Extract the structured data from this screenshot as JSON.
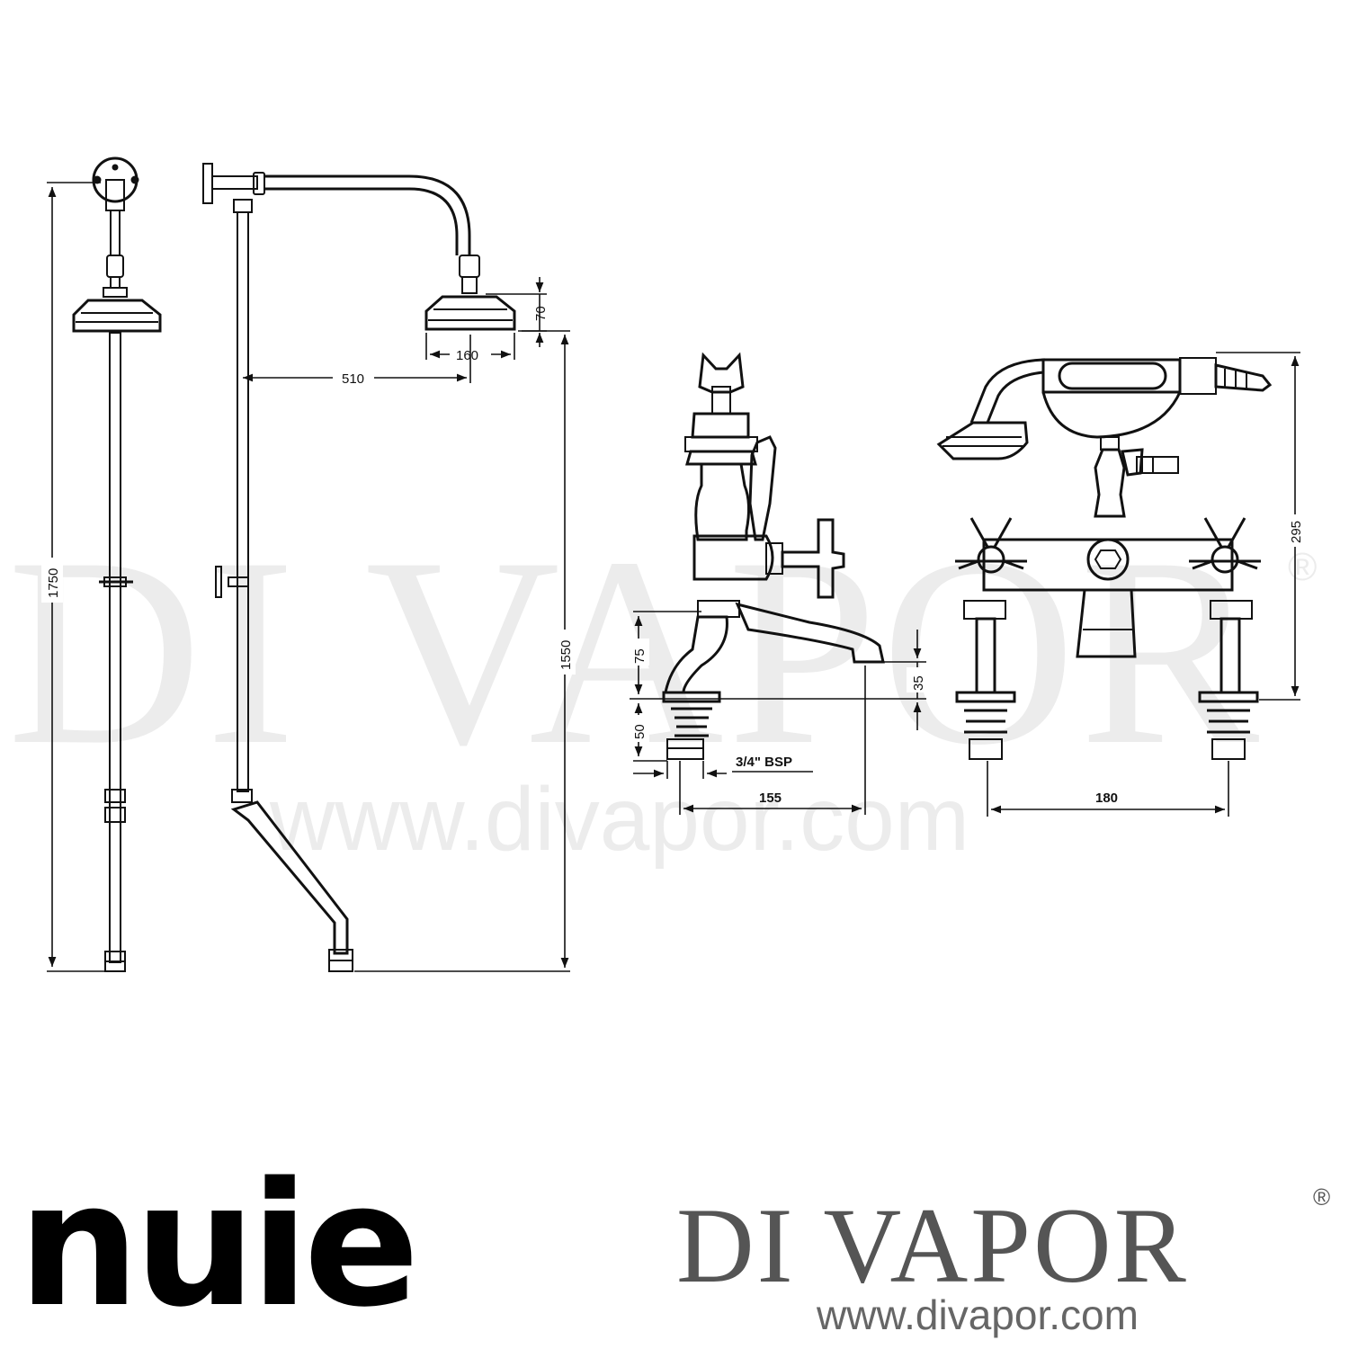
{
  "watermark": {
    "brand": "DI VAPOR",
    "registered": "®",
    "url": "www.divapor.com"
  },
  "dimensions": {
    "shower_total_height": "1750",
    "head_offset_height": "1550",
    "arm_projection": "510",
    "head_diameter": "160",
    "head_height": "70",
    "spout_height": "75",
    "spout_drop": "35",
    "deck_height": "50",
    "bsp_thread": "3/4\" BSP",
    "spout_reach": "155",
    "tap_centres": "180",
    "mixer_height": "295"
  },
  "brand": {
    "nuie": "nuie",
    "divapor": "DI VAPOR",
    "registered": "®",
    "url": "www.divapor.com"
  },
  "colors": {
    "line": "#111111",
    "watermark": "#ececec",
    "brand_grey": "#555555"
  }
}
